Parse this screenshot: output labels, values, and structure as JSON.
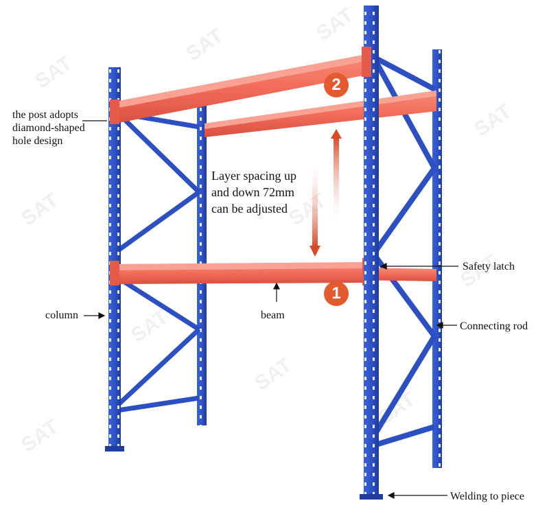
{
  "labels": {
    "post_hole_line1": "the post adopts",
    "post_hole_line2": "diamond-shaped",
    "post_hole_line3": "hole design",
    "column": "column",
    "beam": "beam",
    "spacing_line1": "Layer spacing up",
    "spacing_line2": "and down 72mm",
    "spacing_line3": "can be adjusted",
    "safety_latch": "Safety latch",
    "connecting_rod": "Connecting rod",
    "welding": "Welding to piece"
  },
  "badges": {
    "upper": "2",
    "lower": "1"
  },
  "watermark": "SAT",
  "colors": {
    "upright_blue": "#2f55c8",
    "upright_dark": "#1f3d9c",
    "beam_red": "#f0705e",
    "beam_dark": "#d94c3c",
    "badge_red": "#e35a2e",
    "arrow_red": "#d64a28"
  }
}
